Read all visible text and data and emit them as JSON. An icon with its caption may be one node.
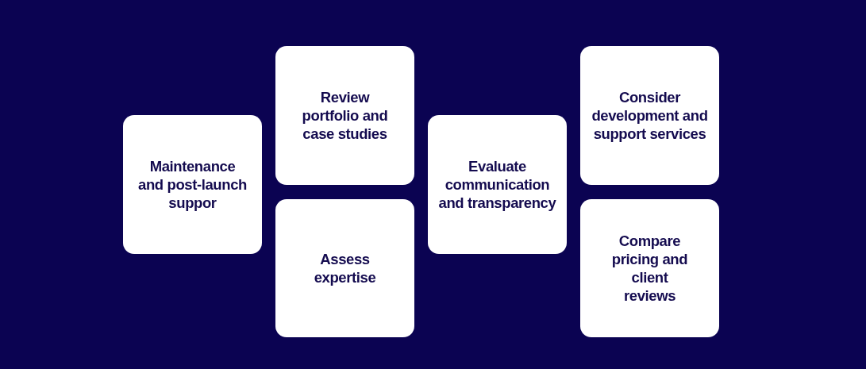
{
  "diagram": {
    "nodes": [
      {
        "text": [
          "Maintenance and post-launch suppor"
        ]
      },
      {
        "text": [
          "Review portfolio and case studies"
        ]
      },
      {
        "text": [
          "Assess expertise"
        ]
      },
      {
        "text": [
          "Evaluate communication and transparency"
        ]
      },
      {
        "text": [
          "Consider development and support services"
        ]
      },
      {
        "text": [
          "Compare pricing and client reviews"
        ]
      }
    ]
  }
}
